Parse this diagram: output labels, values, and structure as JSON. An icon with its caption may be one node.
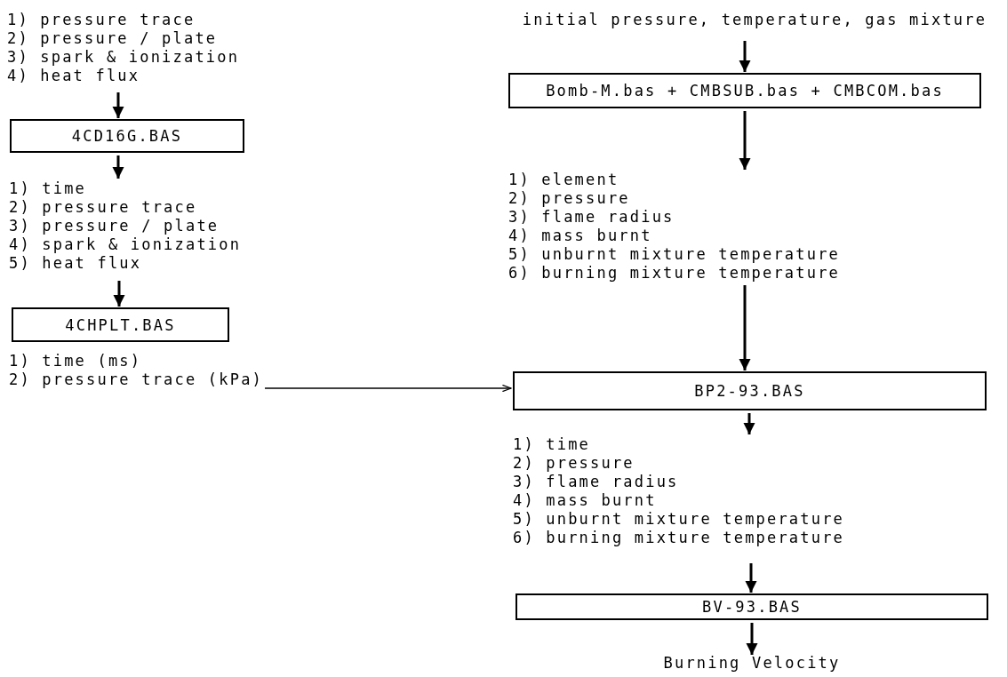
{
  "diagram": {
    "nodes": [
      {
        "text": [
          "1) pressure trace",
          "2) pressure / plate",
          "3) spark & ionization",
          "4) heat flux"
        ]
      },
      {
        "text": [
          "4CD16G.BAS"
        ]
      },
      {
        "text": [
          "1) time",
          "2) pressure trace",
          "3) pressure / plate",
          "4) spark & ionization",
          "5) heat flux"
        ]
      },
      {
        "text": [
          "4CHPLT.BAS"
        ]
      },
      {
        "text": [
          "1) time (ms)",
          "2) pressure trace (kPa)"
        ]
      },
      {
        "text": [
          "initial pressure, temperature, gas mixture"
        ]
      },
      {
        "text": [
          "Bomb-M.bas + CMBSUB.bas + CMBCOM.bas"
        ]
      },
      {
        "text": [
          "1) element",
          "2) pressure",
          "3) flame radius",
          "4) mass burnt",
          "5) unburnt mixture temperature",
          "6) burning mixture temperature"
        ]
      },
      {
        "text": [
          "BP2-93.BAS"
        ]
      },
      {
        "text": [
          "1) time",
          "2) pressure",
          "3) flame radius",
          "4) mass burnt",
          "5) unburnt mixture temperature",
          "6) burning mixture temperature"
        ]
      },
      {
        "text": [
          "BV-93.BAS"
        ]
      },
      {
        "text": [
          "Burning Velocity"
        ]
      }
    ],
    "edges": [
      {
        "from": 0,
        "to": 1,
        "arrow": "to"
      },
      {
        "from": 1,
        "to": 2,
        "arrow": "to"
      },
      {
        "from": 2,
        "to": 3,
        "arrow": "to"
      },
      {
        "from": 4,
        "to": 8,
        "arrow": "to"
      },
      {
        "from": 5,
        "to": 6,
        "arrow": "to"
      },
      {
        "from": 6,
        "to": 7,
        "arrow": "to"
      },
      {
        "from": 7,
        "to": 8,
        "arrow": "to"
      },
      {
        "from": 8,
        "to": 9,
        "arrow": "to"
      },
      {
        "from": 9,
        "to": 10,
        "arrow": "to"
      },
      {
        "from": 10,
        "to": 11,
        "arrow": "to"
      }
    ]
  }
}
